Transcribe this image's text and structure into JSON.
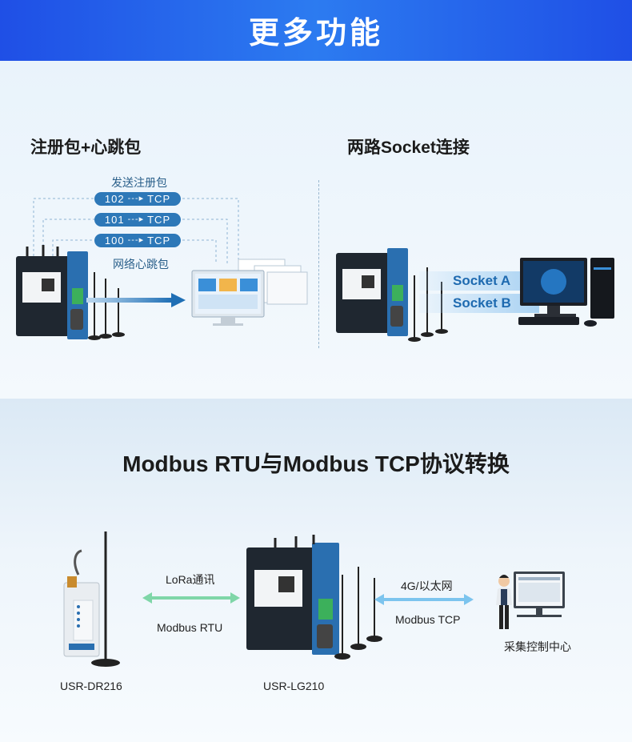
{
  "banner": {
    "title": "更多功能"
  },
  "features": {
    "left_title": "注册包+心跳包",
    "right_title": "两路Socket连接",
    "send_register_label": "发送注册包",
    "heartbeat_label": "网络心跳包",
    "pills": [
      {
        "id": "102",
        "proto": "TCP"
      },
      {
        "id": "101",
        "proto": "TCP"
      },
      {
        "id": "100",
        "proto": "TCP"
      }
    ],
    "socket_a": "Socket A",
    "socket_b": "Socket B"
  },
  "modbus": {
    "title": "Modbus RTU与Modbus TCP协议转换",
    "lora_label": "LoRa通讯",
    "rtu_label": "Modbus RTU",
    "net_label": "4G/以太网",
    "tcp_label": "Modbus TCP",
    "center_label": "采集控制中心",
    "device_left": "USR-DR216",
    "device_mid": "USR-LG210"
  },
  "colors": {
    "banner": "#2560ea",
    "accent_blue": "#2d78b8",
    "arrow_green": "#7fd6a8",
    "arrow_blue": "#7cc4ee"
  }
}
